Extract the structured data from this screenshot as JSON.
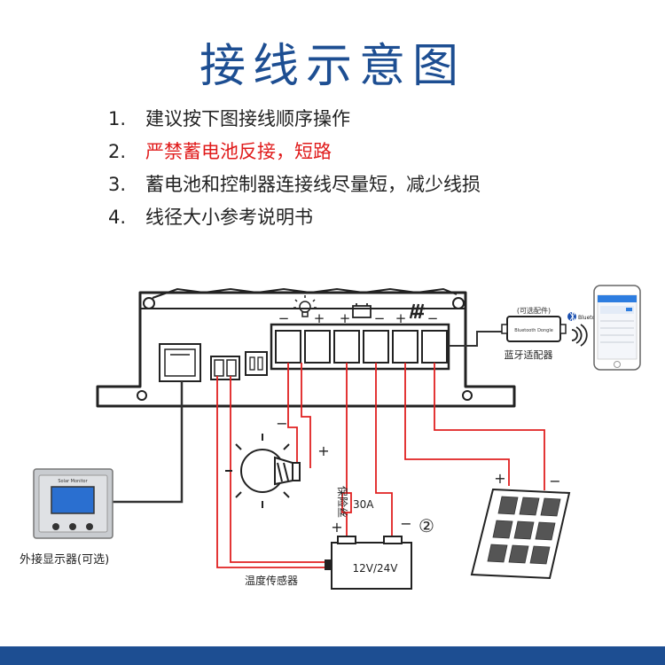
{
  "title": "接线示意图",
  "instructions": [
    {
      "num": "1.",
      "text": "建议按下图接线顺序操作"
    },
    {
      "num": "2.",
      "text": "严禁蓄电池反接，短路"
    },
    {
      "num": "3.",
      "text": "蓄电池和控制器连接线尽量短，减少线损"
    },
    {
      "num": "4.",
      "text": "线径大小参考说明书"
    }
  ],
  "diagram": {
    "terminal_signs": [
      "−",
      "+",
      "+",
      "−",
      "+",
      "−"
    ],
    "load_minus": "−",
    "load_plus": "+",
    "fuse_label": "保险丝",
    "fuse_rating": "30A",
    "battery_plus": "+",
    "battery_minus": "−",
    "battery_label": "12V/24V",
    "step_number": "②",
    "solar_plus": "+",
    "solar_minus": "−",
    "temp_sensor_label": "温度传感器",
    "monitor_screen_title": "Solar Monitor",
    "monitor_caption": "外接显示器(可选)",
    "adapter_optional": "(可选配件)",
    "adapter_device_text": "Bluetooth Dongle",
    "bluetooth_text": "Bluetooth",
    "adapter_caption": "蓝牙适配器"
  },
  "colors": {
    "title": "#1d4e92",
    "warning": "#e01b1b",
    "wire": "#e02020",
    "wire_dark": "#333333",
    "bar": "#1d4e92"
  }
}
